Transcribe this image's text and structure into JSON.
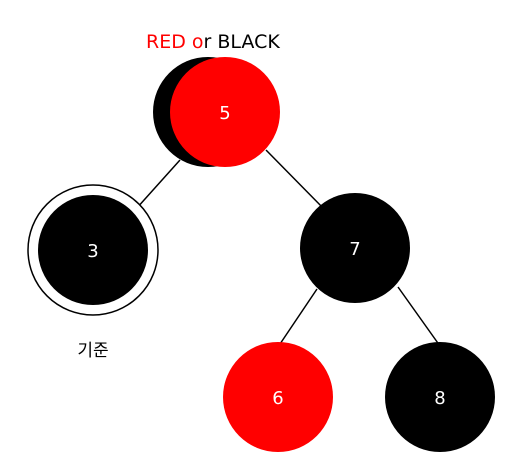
{
  "caption": {
    "parts": [
      {
        "text": "RED",
        "color": "#ff0000"
      },
      {
        "text": " o",
        "color": "#ff0000"
      },
      {
        "text": "r BLACK",
        "color": "#000000"
      }
    ]
  },
  "colors": {
    "red": "#ff0000",
    "black": "#000000",
    "white": "#ffffff",
    "edge": "#000000"
  },
  "nodes": [
    {
      "id": "5",
      "label": "5",
      "fill": "red",
      "note": "red-or-black"
    },
    {
      "id": "3",
      "label": "3",
      "fill": "black",
      "note": "reference"
    },
    {
      "id": "7",
      "label": "7",
      "fill": "black"
    },
    {
      "id": "6",
      "label": "6",
      "fill": "red"
    },
    {
      "id": "8",
      "label": "8",
      "fill": "black"
    }
  ],
  "edges": [
    {
      "from": "5",
      "to": "3"
    },
    {
      "from": "5",
      "to": "7"
    },
    {
      "from": "7",
      "to": "6"
    },
    {
      "from": "7",
      "to": "8"
    }
  ],
  "reference_label": "기준"
}
